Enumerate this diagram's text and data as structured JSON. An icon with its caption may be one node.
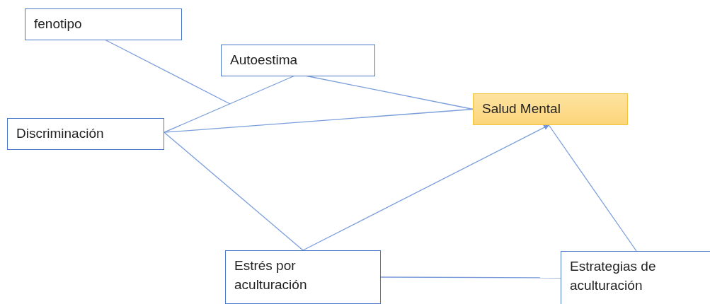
{
  "diagram": {
    "nodes": [
      {
        "text": [
          "fenotipo"
        ]
      },
      {
        "text": [
          "Autoestima"
        ]
      },
      {
        "text": [
          "Salud Mental"
        ]
      },
      {
        "text": [
          "Discriminación"
        ]
      },
      {
        "text": [
          "Estrés por aculturación"
        ]
      },
      {
        "text": [
          "Estrategias de aculturación"
        ]
      }
    ],
    "edges": [
      {
        "from": 0,
        "to": null,
        "arrow": "none"
      },
      {
        "from": 3,
        "to": 1,
        "arrow": "none"
      },
      {
        "from": 1,
        "to": 2,
        "arrow": "none"
      },
      {
        "from": 3,
        "to": 2,
        "arrow": "none"
      },
      {
        "from": 3,
        "to": 4,
        "arrow": "none"
      },
      {
        "from": 4,
        "to": 2,
        "arrow": "to"
      },
      {
        "from": 5,
        "to": 2,
        "arrow": "none"
      },
      {
        "from": 4,
        "to": 5,
        "arrow": "none"
      }
    ]
  }
}
